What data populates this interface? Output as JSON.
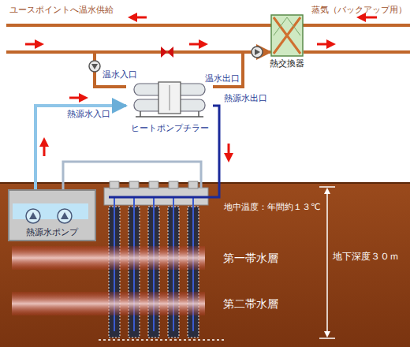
{
  "diagram": {
    "nodes": [
      {
        "text": [
          "熱交換器"
        ]
      },
      {
        "text": [
          "ヒートポンプチラー"
        ]
      },
      {
        "text": [
          "熱源水ポンプ"
        ]
      },
      {
        "text": [
          "第一帯水層"
        ]
      },
      {
        "text": [
          "第二帯水層"
        ]
      }
    ],
    "edges": [
      {
        "from": 2,
        "to": 1,
        "arrow": "to",
        "label": "熱源水入口"
      },
      {
        "from": 1,
        "to": 0,
        "arrow": "to",
        "label": "温水出口"
      }
    ],
    "labels": [
      "ユースポイントへ温水供給",
      "蒸気（バックアップ用）",
      "温水入口",
      "熱源水出口",
      "地中温度：年間約１３℃",
      "地下深度３０ｍ"
    ]
  }
}
